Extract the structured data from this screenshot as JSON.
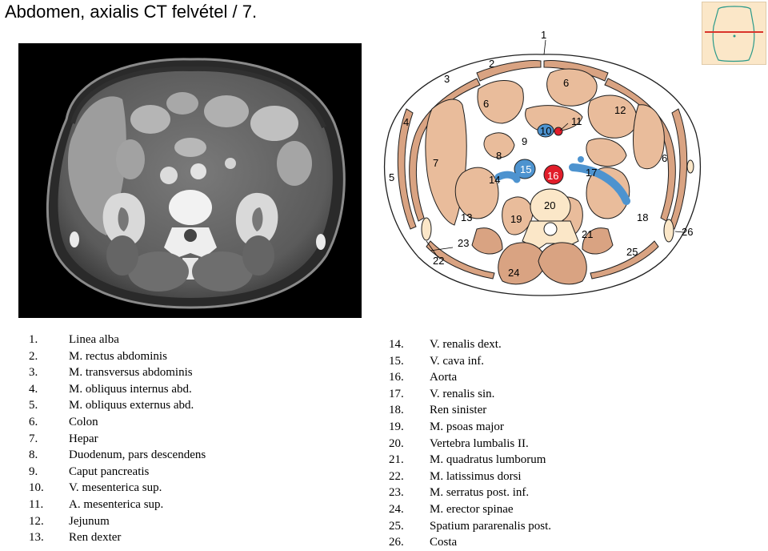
{
  "title": "Abdomen, axialis CT felvétel / 7.",
  "colors": {
    "tissue": "#e9bc9b",
    "tissue_dark": "#d9a382",
    "bone": "#fbe7c8",
    "vein_blue": "#4d93cf",
    "artery_red": "#e11d2a",
    "outline": "#1f1f1f",
    "thumb_bg": "#fbe7c8",
    "thumb_line": "#d9342b",
    "thumb_outline": "#2a9a8a"
  },
  "diagram_labels": [
    "1",
    "2",
    "3",
    "4",
    "5",
    "6",
    "6",
    "7",
    "8",
    "9",
    "10",
    "11",
    "12",
    "6",
    "13",
    "14",
    "15",
    "16",
    "17",
    "18",
    "19",
    "20",
    "21",
    "22",
    "23",
    "24",
    "25",
    "26"
  ],
  "legend_left": [
    {
      "num": "1.",
      "text": "Linea alba"
    },
    {
      "num": "2.",
      "text": "M. rectus abdominis"
    },
    {
      "num": "3.",
      "text": "M. transversus abdominis"
    },
    {
      "num": "4.",
      "text": "M. obliquus internus abd."
    },
    {
      "num": "5.",
      "text": "M. obliquus externus abd."
    },
    {
      "num": "6.",
      "text": "Colon"
    },
    {
      "num": "7.",
      "text": "Hepar"
    },
    {
      "num": "8.",
      "text": "Duodenum, pars descendens"
    },
    {
      "num": "9.",
      "text": "Caput pancreatis"
    },
    {
      "num": "10.",
      "text": "V. mesenterica sup."
    },
    {
      "num": "11.",
      "text": "A. mesenterica sup."
    },
    {
      "num": "12.",
      "text": "Jejunum"
    },
    {
      "num": "13.",
      "text": "Ren dexter"
    }
  ],
  "legend_right": [
    {
      "num": "14.",
      "text": "V. renalis dext."
    },
    {
      "num": "15.",
      "text": "V. cava inf."
    },
    {
      "num": "16.",
      "text": "Aorta"
    },
    {
      "num": "17.",
      "text": "V. renalis sin."
    },
    {
      "num": "18.",
      "text": "Ren sinister"
    },
    {
      "num": "19.",
      "text": "M. psoas major"
    },
    {
      "num": "20.",
      "text": "Vertebra lumbalis II."
    },
    {
      "num": "21.",
      "text": "M. quadratus lumborum"
    },
    {
      "num": "22.",
      "text": "M. latissimus dorsi"
    },
    {
      "num": "23.",
      "text": "M. serratus post. inf."
    },
    {
      "num": "24.",
      "text": "M. erector spinae"
    },
    {
      "num": "25.",
      "text": "Spatium pararenalis post."
    },
    {
      "num": "26.",
      "text": "Costa"
    }
  ]
}
